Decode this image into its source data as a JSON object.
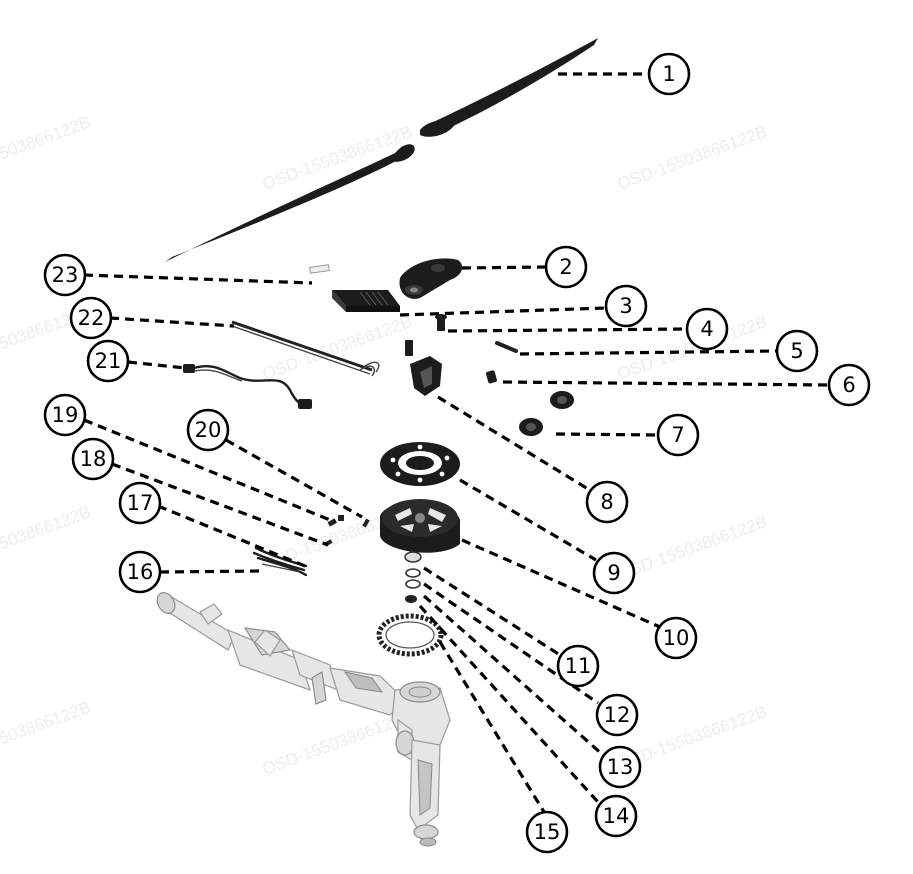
{
  "diagram": {
    "watermark": "OSD-15503866122B",
    "callouts": [
      {
        "label": "1"
      },
      {
        "label": "2"
      },
      {
        "label": "3"
      },
      {
        "label": "4"
      },
      {
        "label": "5"
      },
      {
        "label": "6"
      },
      {
        "label": "7"
      },
      {
        "label": "8"
      },
      {
        "label": "9"
      },
      {
        "label": "10"
      },
      {
        "label": "11"
      },
      {
        "label": "12"
      },
      {
        "label": "13"
      },
      {
        "label": "14"
      },
      {
        "label": "15"
      },
      {
        "label": "16"
      },
      {
        "label": "17"
      },
      {
        "label": "18"
      },
      {
        "label": "19"
      },
      {
        "label": "20"
      },
      {
        "label": "21"
      },
      {
        "label": "22"
      },
      {
        "label": "23"
      }
    ]
  }
}
